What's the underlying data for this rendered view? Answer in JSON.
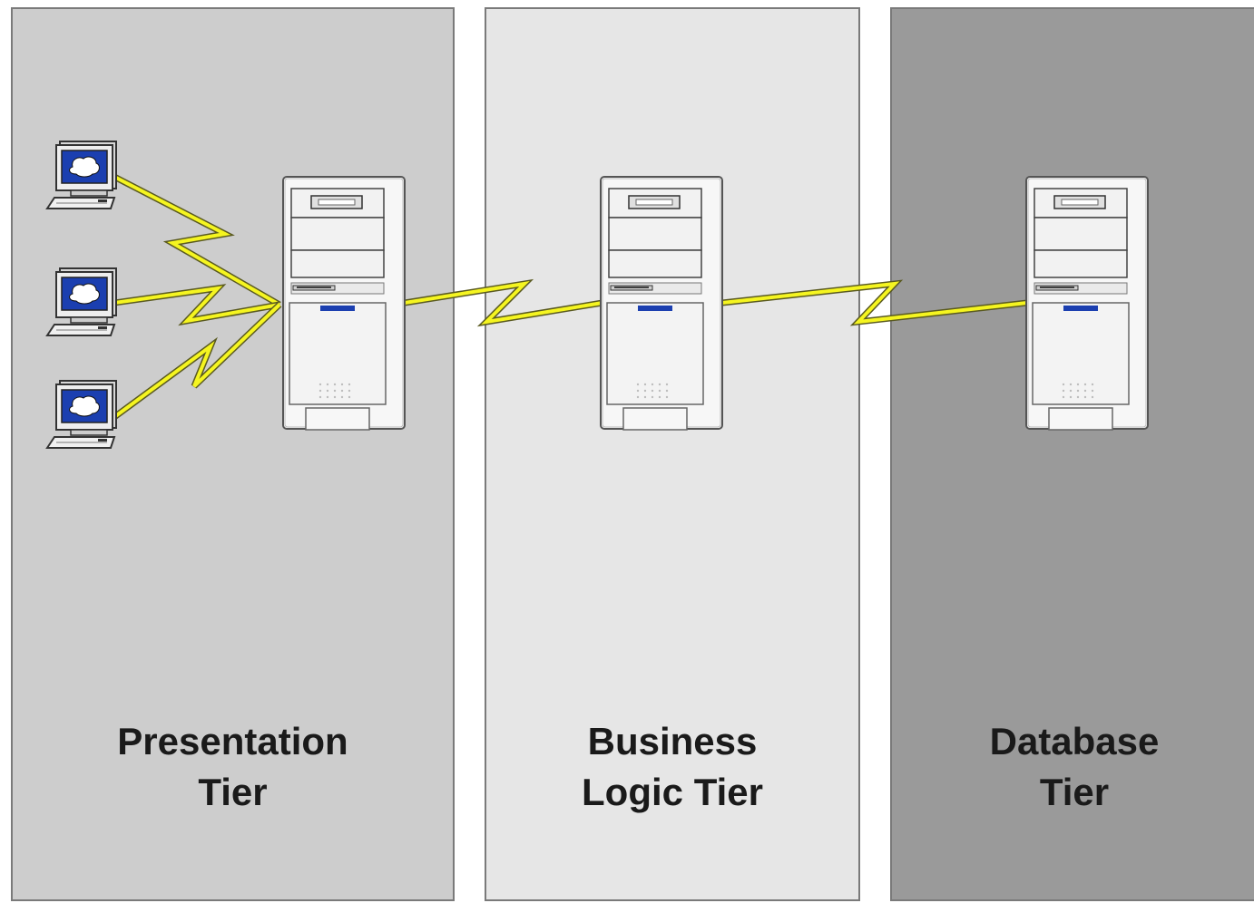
{
  "tiers": [
    {
      "id": "presentation",
      "line1": "Presentation",
      "line2": "Tier"
    },
    {
      "id": "business",
      "line1": "Business",
      "line2": "Logic Tier"
    },
    {
      "id": "database",
      "line1": "Database",
      "line2": "Tier"
    }
  ],
  "colors": {
    "presentation_bg": "#cdcdcd",
    "business_bg": "#e6e6e6",
    "database_bg": "#9a9a9a",
    "lightning": "#f5f520",
    "screen": "#1b3fb0"
  },
  "icons": {
    "client": "client-computer-icon",
    "server": "server-tower-icon",
    "link": "lightning-link-icon"
  }
}
